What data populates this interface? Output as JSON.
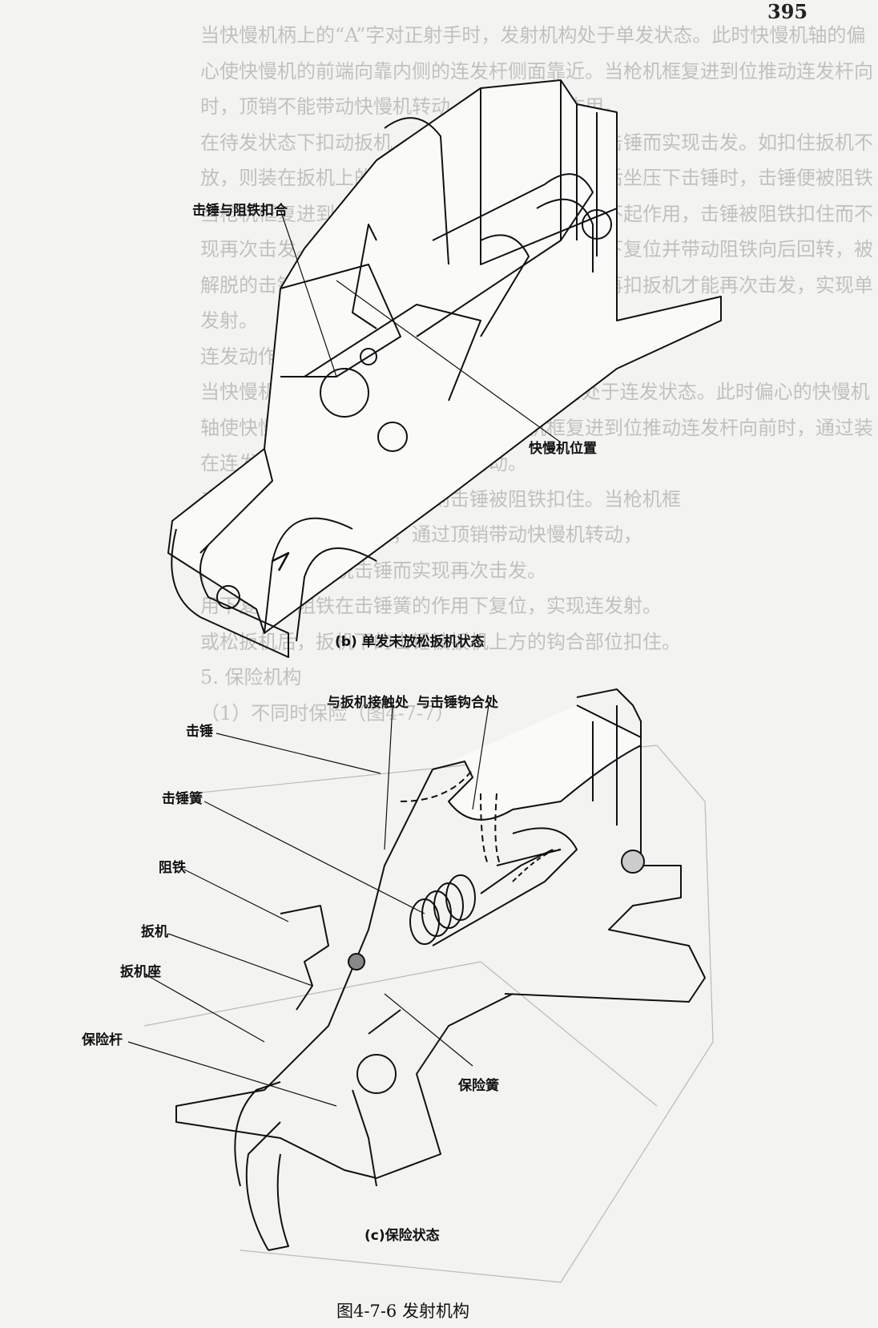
{
  "page_number": "395",
  "background_text": [
    "当快慢机柄上的“A”字对正射手时，发射机构处于单发状态。此时快慢机轴的偏",
    "心使快慢机的前端向靠内侧的连发杆侧面靠近。当枪机框复进到位推动连发杆向前",
    "时，顶销不能带动快慢机转动，快慢机不起作用。",
    "在待发状态下扣动扳机，扳机上的钩合部位解脱击锤而实现击发。如扣住扳机不",
    "放，则装在扳机上的阻铁处于前方位置，当枪机后坐压下击锤时，击锤便被阻铁扣住。",
    "当枪机框复进到位推动连发杆向前，由于快慢机不起作用，击锤被阻铁扣住而不能实",
    "现再次击发。只有松开扳机，扳机在击锤簧作用下复位并带动阻铁向后回转，被阻铁",
    "解脱的击锤向前回转一个角度后又被扳机扣合。再扣扳机才能再次击发，实现单发",
    "发射。",
    "连发动作（图4-7-7）",
    "当快慢机柄上的“D”字对正射手时，发射机构处于连发状态。此时偏心的快慢机",
    "轴使快慢机前端离开连发杆侧面。当枪机框复进到位推动连发杆向前时，通过装",
    "在连发杆后部的顶销带动快慢机转动。",
    "击发后，如扣住扳机不放，则击锤被阻铁扣住。当枪机框",
    "复进到位推动连发杆时，通过顶销带动快慢机转动，",
    "向后方，阻铁解脱击锤而实现再次击发。",
    "用下复位，阻铁在击锤簧的作用下复位，实现连发射。",
    "或松扳机后，扳机下的击锤被扳机上方的钩合部位扣住。",
    "5. 保险机构",
    "（1）不同时保险（图4-7-7）"
  ],
  "figure_b": {
    "labels": {
      "hammer_sear_engage": "击锤与阻铁扣合",
      "selector_position": "快慢机位置"
    },
    "caption": "(b) 单发未放松扳机状态"
  },
  "figure_c": {
    "labels": {
      "trigger_contact": "与扳机接触处",
      "hammer_hook": "与击锤钩合处",
      "hammer": "击锤",
      "hammer_spring": "击锤簧",
      "sear": "阻铁",
      "trigger": "扳机",
      "trigger_base": "扳机座",
      "safety_lever": "保险杆",
      "safety_spring": "保险簧"
    },
    "caption": "(c)保险状态"
  },
  "figure_caption": "图4-7-6   发射机构"
}
